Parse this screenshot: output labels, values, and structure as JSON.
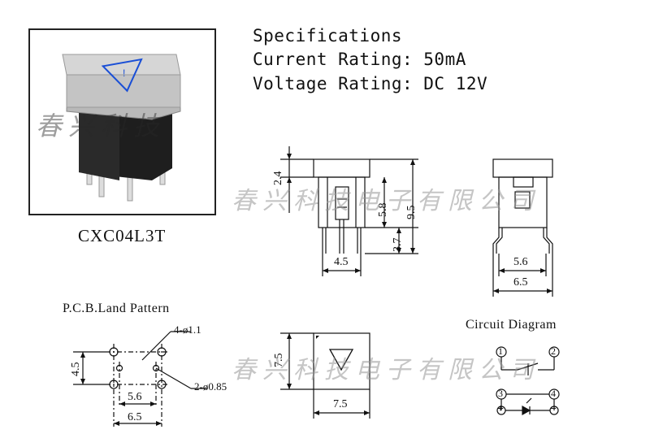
{
  "specifications": {
    "title": "Specifications",
    "current_rating": "Current Rating: 50mA",
    "voltage_rating": "Voltage Rating: DC 12V"
  },
  "model": "CXC04L3T",
  "watermark": {
    "short": "春兴科技",
    "long": "春兴科技电子有限公司"
  },
  "side_view": {
    "dims": {
      "cap": "2.4",
      "body": "5.8",
      "total": "9.5",
      "pin": "3.7",
      "width": "4.5"
    }
  },
  "front_view": {
    "dims": {
      "inner": "5.6",
      "outer": "6.5"
    }
  },
  "pcb": {
    "title": "P.C.B.Land Pattern",
    "hole_large": "4-ø1.1",
    "hole_small": "2-ø0.85",
    "dims": {
      "height": "4.5",
      "inner": "5.6",
      "outer": "6.5"
    }
  },
  "top_view": {
    "dims": {
      "height": "7.5",
      "width": "7.5"
    }
  },
  "circuit": {
    "title": "Circuit Diagram",
    "pins": [
      "1",
      "2",
      "3",
      "4"
    ],
    "plus": "+",
    "minus": "−"
  },
  "colors": {
    "line": "#111111",
    "warning_blue": "#1a4fd6",
    "watermark": "#969696"
  }
}
